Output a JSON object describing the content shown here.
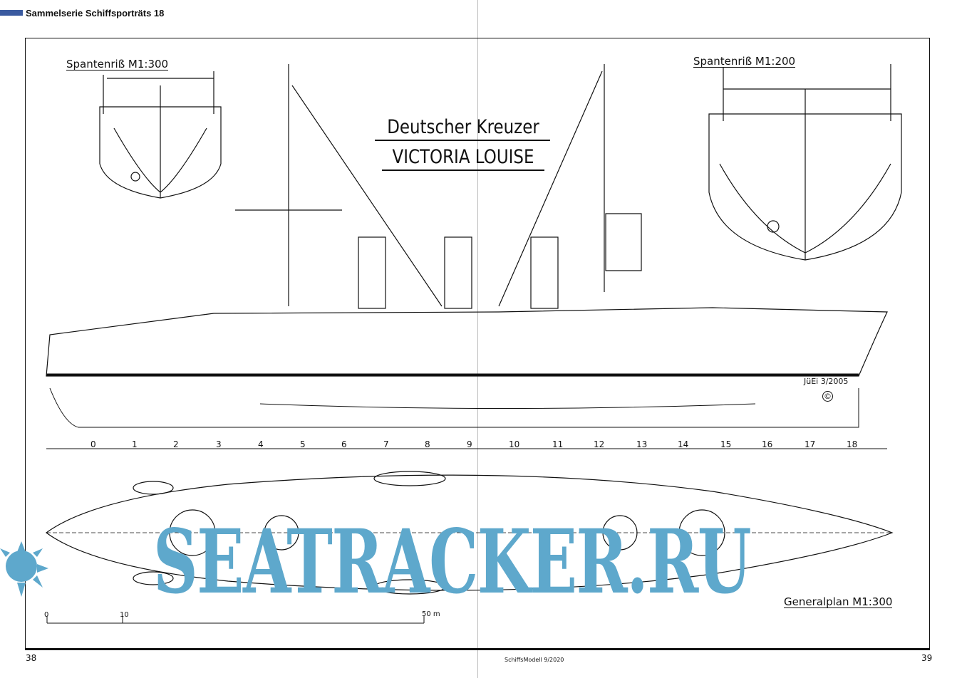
{
  "header": {
    "series_title": "Sammelserie Schiffsporträts 18"
  },
  "plan": {
    "title_line1": "Deutscher Kreuzer",
    "title_line2": "VICTORIA LOUISE",
    "body_plan_left": "Spantenriß M1:300",
    "body_plan_right": "Spantenriß M1:200",
    "general_plan": "Generalplan M1:300",
    "signature": "JüEi 3/2005",
    "copyright": "©",
    "stations": [
      "0",
      "1",
      "2",
      "3",
      "4",
      "5",
      "6",
      "7",
      "8",
      "9",
      "10",
      "11",
      "12",
      "13",
      "14",
      "15",
      "16",
      "17",
      "18"
    ],
    "scale_bar": {
      "start": "0",
      "mid": "10",
      "end": "50 m"
    }
  },
  "watermark": {
    "text": "SEATRACKER.RU",
    "color": "#5ea8cc"
  },
  "footer": {
    "page_left": "38",
    "page_right": "39",
    "magazine": "SchiffsModell 9/2020"
  }
}
